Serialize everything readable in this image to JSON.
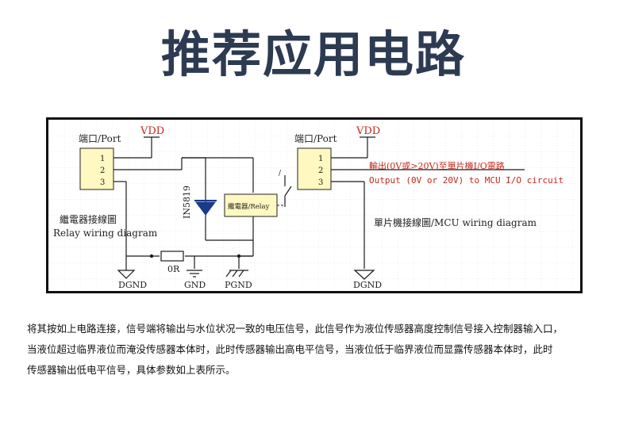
{
  "title": "推荐应用电路",
  "diagram": {
    "left_module": {
      "port_label": "端口/Port",
      "pins": [
        "1",
        "2",
        "3"
      ],
      "vdd": "VDD",
      "diode": "IN5819",
      "relay": "繼電器/Relay",
      "resistor": "0R",
      "caption_cn": "繼電器接線圖",
      "caption_en": "Relay wiring diagram",
      "grounds": [
        "DGND",
        "GND",
        "PGND"
      ]
    },
    "right_module": {
      "port_label": "端口/Port",
      "pins": [
        "1",
        "2",
        "3"
      ],
      "vdd": "VDD",
      "out_label_cn": "輸出(0V或>20V)至單片機I/O電路",
      "out_label_en": "Output (0V or 20V) to MCU I/O circuit",
      "caption": "單片機接線圖/MCU wiring diagram",
      "ground": "DGND"
    },
    "colors": {
      "label_red": "#c0281e",
      "wire": "#1a1a1a",
      "diode_fill": "#1a3a8a",
      "grid": "#d8dde4"
    }
  },
  "description": [
    "将其按如上电路连接，信号端将输出与水位状况一致的电压信号，此信号作为液位传感器高度控制信号接入控制器输入口，",
    "当液位超过临界液位而淹没传感器本体时，此时传感器输出高电平信号，当液位低于临界液位而显露传感器本体时，此时",
    "传感器输出低电平信号，具体参数如上表所示。"
  ]
}
